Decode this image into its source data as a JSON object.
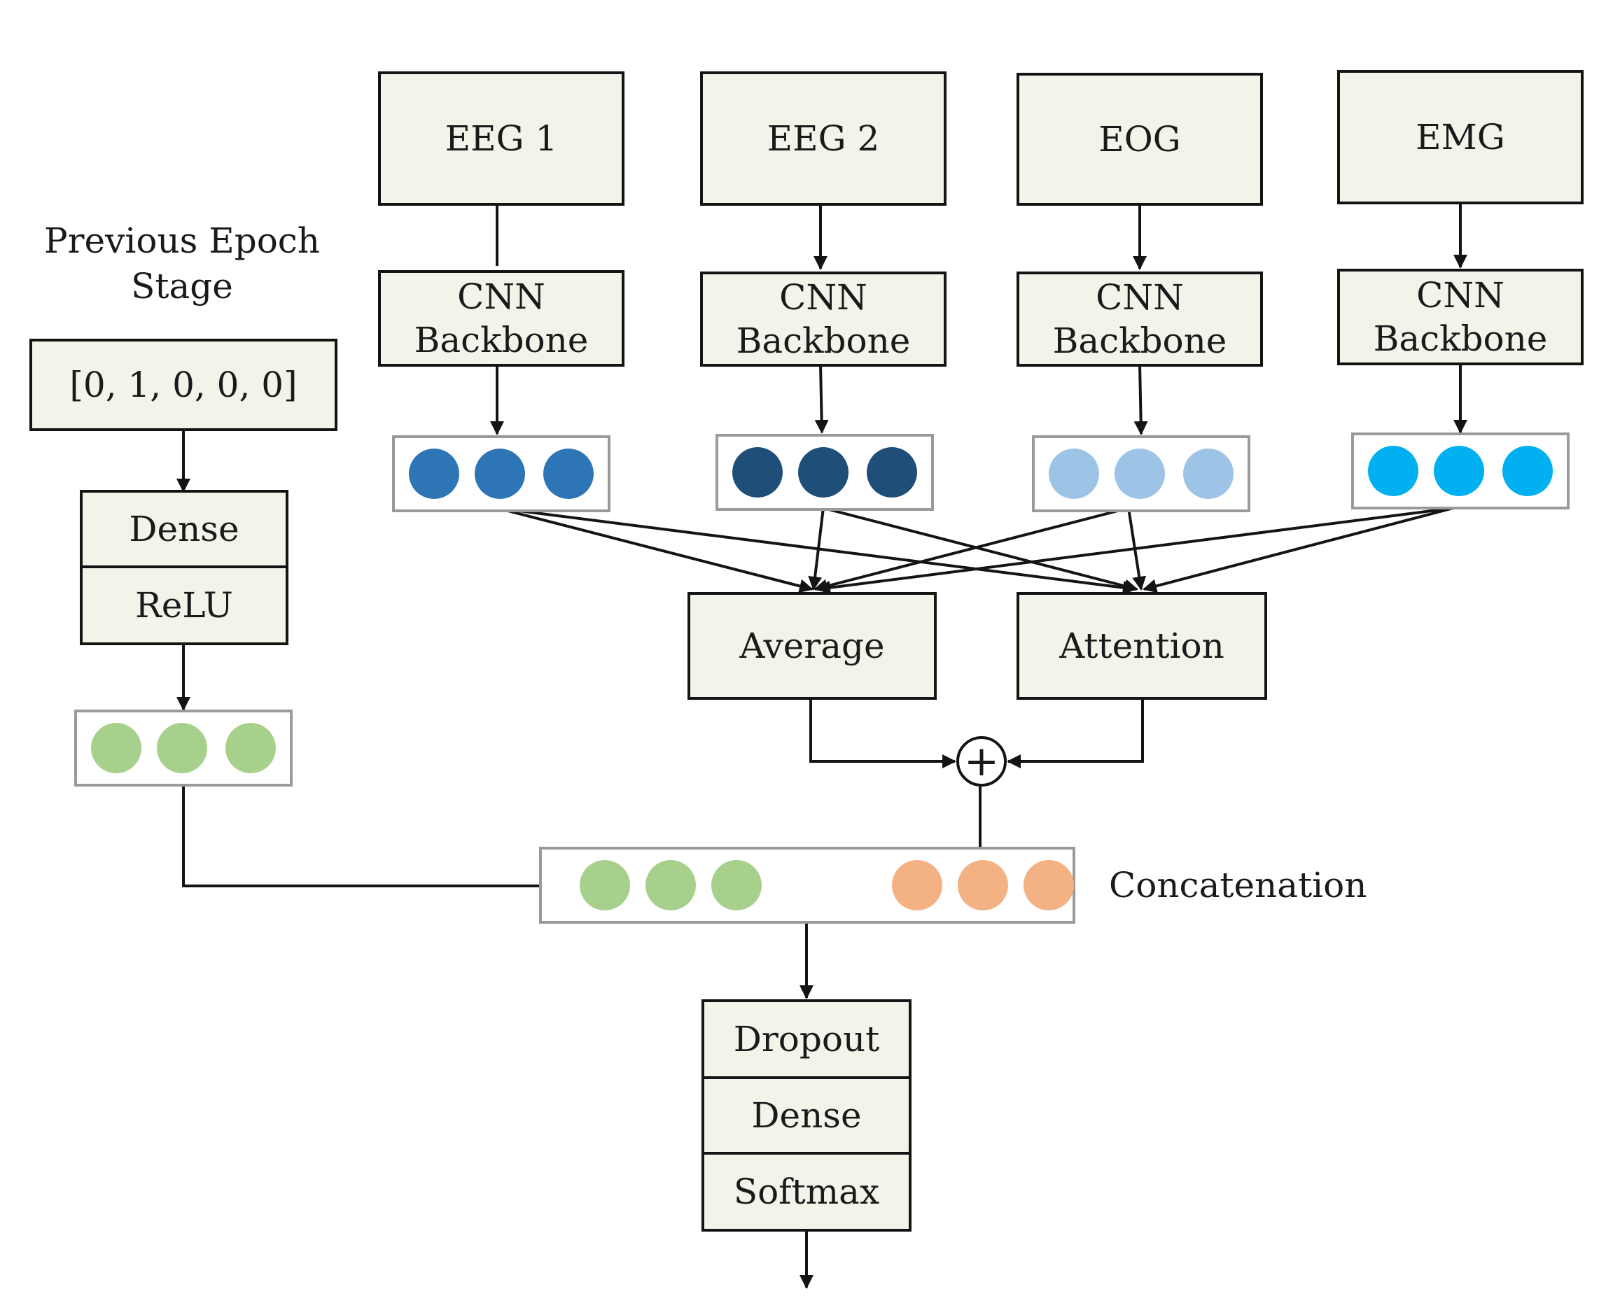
{
  "previous": {
    "title": "Previous Epoch\nStage",
    "input": "[0, 1, 0, 0, 0]",
    "dense": "Dense",
    "relu": "ReLU",
    "vector_color": "#a8d08d"
  },
  "channels": [
    {
      "name": "EEG 1",
      "backbone": "CNN\nBackbone",
      "color": "#2e75b6"
    },
    {
      "name": "EEG 2",
      "backbone": "CNN\nBackbone",
      "color": "#1f4e79"
    },
    {
      "name": "EOG",
      "backbone": "CNN\nBackbone",
      "color": "#9dc3e6"
    },
    {
      "name": "EMG",
      "backbone": "CNN\nBackbone",
      "color": "#00b0f0"
    }
  ],
  "fusion": {
    "average": "Average",
    "attention": "Attention",
    "add_symbol": "+"
  },
  "concat": {
    "label": "Concatenation",
    "left_color": "#a8d08d",
    "right_color": "#f4b183"
  },
  "head": {
    "dropout": "Dropout",
    "dense": "Dense",
    "softmax": "Softmax"
  }
}
